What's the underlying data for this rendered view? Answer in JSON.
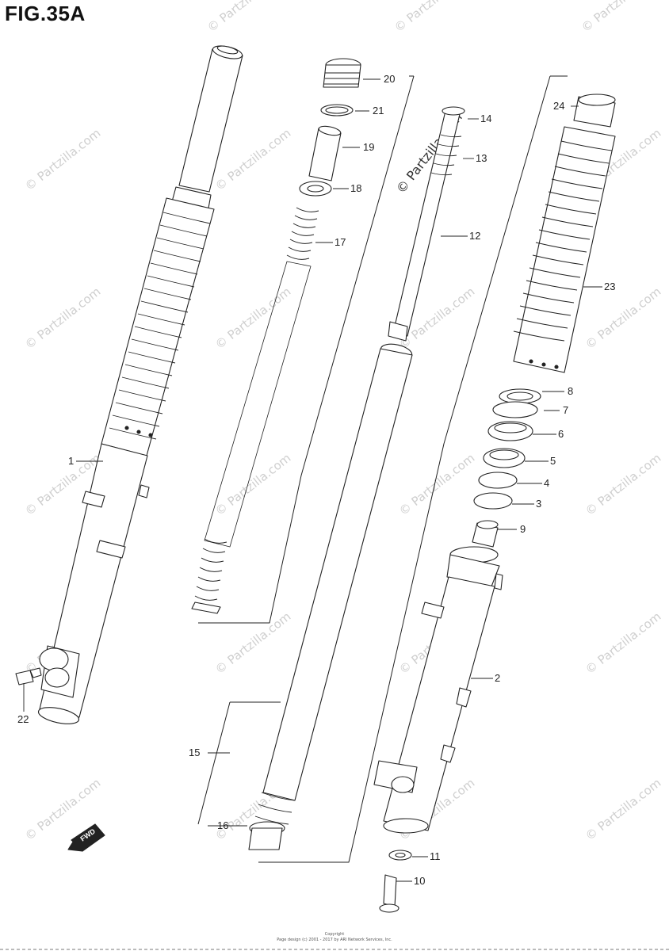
{
  "figure": {
    "title": "FIG.35A"
  },
  "watermark": {
    "text": "© Partzilla.com",
    "main_text": "© Partzilla.com"
  },
  "callouts": [
    {
      "id": "1",
      "label": "1"
    },
    {
      "id": "2",
      "label": "2"
    },
    {
      "id": "3",
      "label": "3"
    },
    {
      "id": "4",
      "label": "4"
    },
    {
      "id": "5",
      "label": "5"
    },
    {
      "id": "6",
      "label": "6"
    },
    {
      "id": "7",
      "label": "7"
    },
    {
      "id": "8",
      "label": "8"
    },
    {
      "id": "9",
      "label": "9"
    },
    {
      "id": "10",
      "label": "10"
    },
    {
      "id": "11",
      "label": "11"
    },
    {
      "id": "12",
      "label": "12"
    },
    {
      "id": "13",
      "label": "13"
    },
    {
      "id": "14",
      "label": "14"
    },
    {
      "id": "15",
      "label": "15"
    },
    {
      "id": "16",
      "label": "16"
    },
    {
      "id": "17",
      "label": "17"
    },
    {
      "id": "18",
      "label": "18"
    },
    {
      "id": "19",
      "label": "19"
    },
    {
      "id": "20",
      "label": "20"
    },
    {
      "id": "21",
      "label": "21"
    },
    {
      "id": "22",
      "label": "22"
    },
    {
      "id": "23",
      "label": "23"
    },
    {
      "id": "24",
      "label": "24"
    }
  ],
  "fwd_label": "FWD",
  "footer": {
    "line1": "Copyright",
    "line2": "Page design (c) 2001 - 2017 by ARI Network Services, Inc."
  },
  "colors": {
    "line": "#222222",
    "watermark": "#cfcfcf"
  }
}
